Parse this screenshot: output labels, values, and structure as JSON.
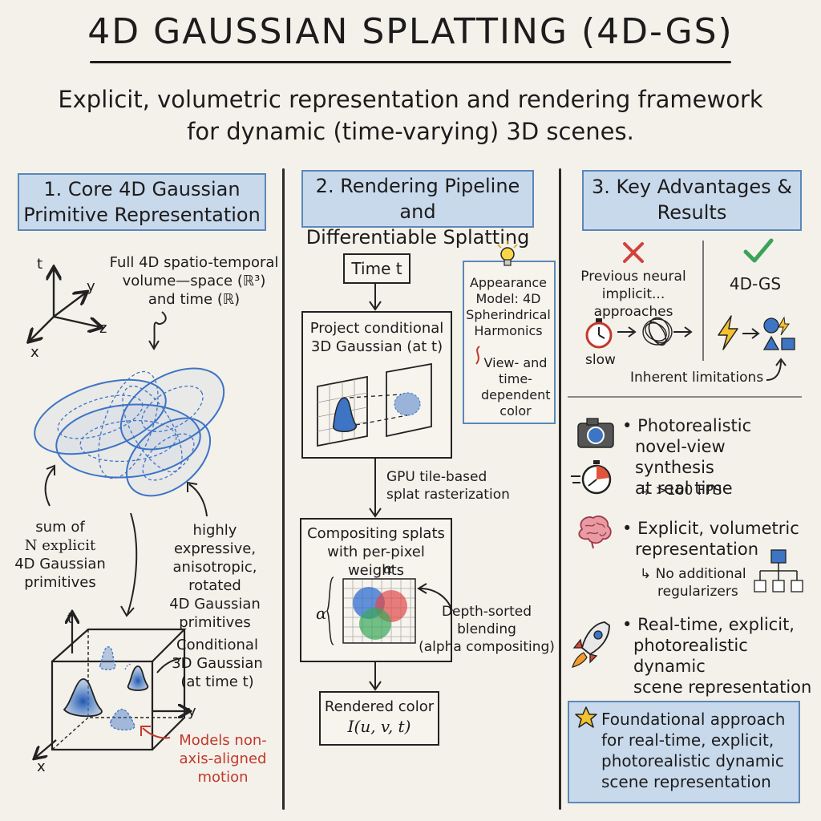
{
  "header": {
    "title": "4D GAUSSIAN SPLATTING (4D-GS)",
    "subtitle_line1": "Explicit, volumetric representation and rendering framework",
    "subtitle_line2": "for dynamic (time-varying) 3D scenes."
  },
  "col1": {
    "heading_line1": "1. Core 4D Gaussian",
    "heading_line2": "Primitive Representation",
    "axis_t": "t",
    "axis_y": "y",
    "axis_z": "z",
    "axis_x": "x",
    "note_line1": "Full 4D spatio-temporal",
    "note_line2": "volume—space (ℝ³)",
    "note_line3": "and time (ℝ)",
    "left_line1": "sum of",
    "left_line2": "N explicit",
    "left_line3": "4D Gaussian",
    "left_line4": "primitives",
    "right_line1": "highly expressive,",
    "right_line2": "anisotropic,",
    "right_line3": "rotated",
    "right_line4": "4D Gaussian",
    "right_line5": "primitives",
    "cube_t": "t",
    "cube_y": "y",
    "cube_x": "x",
    "cond_line1": "Conditional",
    "cond_line2": "3D Gaussian",
    "cond_line3": "(at time t)",
    "motion_line1": "Models non-",
    "motion_line2": "axis-aligned",
    "motion_line3": "motion"
  },
  "col2": {
    "heading_line1": "2. Rendering Pipeline and",
    "heading_line2": "Differentiable Splatting",
    "time_box": "Time t",
    "project_line1": "Project conditional",
    "project_line2": "3D Gaussian (at t)",
    "appearance_line1": "Appearance",
    "appearance_line2": "Model: 4D",
    "appearance_line3": "Spherindrical",
    "appearance_line4": "Harmonics",
    "view_line1": "View- and",
    "view_line2": "time-",
    "view_line3": "dependent",
    "view_line4": "color",
    "gpu_line1": "GPU tile-based",
    "gpu_line2": "splat rasterization",
    "comp_line1": "Compositing splats",
    "comp_line2": "with per-pixel weights",
    "alpha_top": "α",
    "alpha_left": "α",
    "depth_line1": "Depth-sorted",
    "depth_line2": "blending",
    "depth_line3": "(alpha compositing)",
    "rendered_line1": "Rendered color",
    "rendered_line2": "I(u, v, t)"
  },
  "col3": {
    "heading_line1": "3. Key Advantages &",
    "heading_line2": "Results",
    "prev_line1": "Previous neural",
    "prev_line2": "implicit... approaches",
    "slow": "slow",
    "fourdgs": "4D-GS",
    "limitations": "Inherent limitations",
    "b1_line1": "Photorealistic",
    "b1_line2": "novel-view synthesis",
    "b1_line3": "at real time",
    "b1_sub": ">100 FPS",
    "b2_line1": "Explicit, volumetric",
    "b2_line2": "representation",
    "b2_sub1": "No additional",
    "b2_sub2": "regularizers",
    "b3_line1": "Real-time, explicit,",
    "b3_line2": "photorealistic dynamic",
    "b3_line3": "scene representation",
    "final_line1": "Foundational approach",
    "final_line2": "for real-time, explicit,",
    "final_line3": "photorealistic dynamic",
    "final_line4": "scene representation"
  },
  "colors": {
    "header_fill": "#c9d9ec",
    "header_border": "#5a88b8",
    "gaussian_blue": "#3d74c4",
    "red": "#c0392b",
    "green_check": "#3aa35a",
    "star": "#f2c230"
  }
}
